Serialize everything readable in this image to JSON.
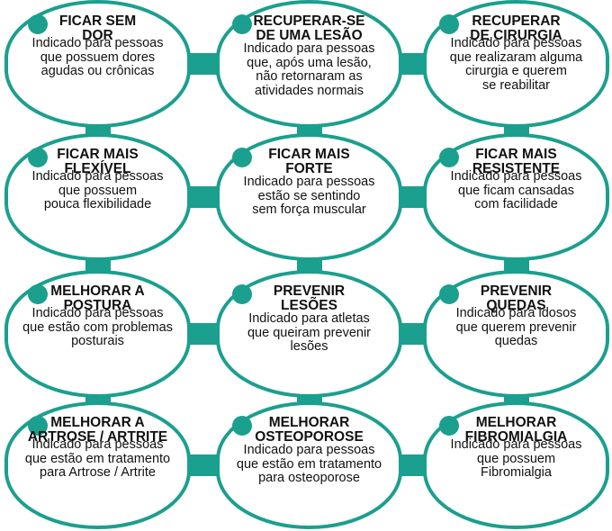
{
  "accent_color": "#1b9f8e",
  "cards": [
    {
      "title": "FICAR SEM\nDOR",
      "desc": "Indicado para pessoas\nque possuem dores\nagudas ou crônicas"
    },
    {
      "title": "RECUPERAR-SE\nDE UMA LESÃO",
      "desc": "Indicado para pessoas\nque, após uma lesão,\nnão retornaram as\natividades normais"
    },
    {
      "title": "RECUPERAR\nDE CIRURGIA",
      "desc": "Indicado para pessoas\nque realizaram alguma\ncirurgia e querem\nse reabilitar"
    },
    {
      "title": "FICAR MAIS\nFLEXÍVEL",
      "desc": "Indicado para pessoas\nque possuem\npouca flexibilidade"
    },
    {
      "title": "FICAR MAIS\nFORTE",
      "desc": "Indicado para pessoas\nestão se sentindo\nsem força muscular"
    },
    {
      "title": "FICAR MAIS\nRESISTENTE",
      "desc": "Indicado para pessoas\nque ficam cansadas\ncom facilidade"
    },
    {
      "title": "MELHORAR A\nPOSTURA",
      "desc": "Indicado para pessoas\nque estão com problemas\nposturais"
    },
    {
      "title": "PREVENIR\nLESÕES",
      "desc": "Indicado para atletas\nque queiram prevenir\nlesões"
    },
    {
      "title": "PREVENIR\nQUEDAS",
      "desc": "Indicado para idosos\nque querem prevenir\nquedas"
    },
    {
      "title": "MELHORAR A\nARTROSE / ARTRITE",
      "desc": "Indicado para pessoas\nque estão em tratamento\npara Artrose / Artrite"
    },
    {
      "title": "MELHORAR\nOSTEOPOROSE",
      "desc": "Indicado para pessoas\nque estão em tratamento\npara osteoporose"
    },
    {
      "title": "MELHORAR\nFIBROMIALGIA",
      "desc": "Indicado para pessoas\nque possuem\nFibromialgia"
    }
  ]
}
